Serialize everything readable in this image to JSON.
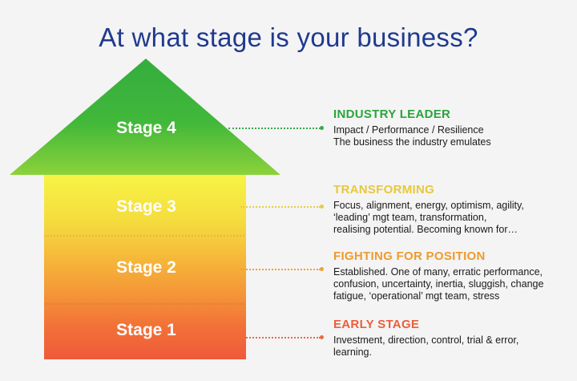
{
  "title": "At what stage is your business?",
  "stages": [
    {
      "label": "Stage 4",
      "heading": "INDUSTRY LEADER",
      "color": "#2aa43c",
      "lines": [
        "Impact / Performance / Resilience",
        "The business the industry emulates"
      ]
    },
    {
      "label": "Stage 3",
      "heading": "TRANSFORMING",
      "color": "#e8c83a",
      "lines": [
        "Focus, alignment, energy, optimism, agility,",
        "‘leading’ mgt team, transformation,",
        "realising potential. Becoming known for…"
      ]
    },
    {
      "label": "Stage 2",
      "heading": "FIGHTING FOR POSITION",
      "color": "#ef9a2e",
      "lines": [
        "Established. One of many, erratic performance,",
        "confusion, uncertainty, inertia, sluggish, change",
        "fatigue, ‘operational’ mgt team, stress"
      ]
    },
    {
      "label": "Stage 1",
      "heading": "EARLY STAGE",
      "color": "#ec5e3a",
      "lines": [
        "Investment, direction, control, trial & error,",
        "learning."
      ]
    }
  ]
}
